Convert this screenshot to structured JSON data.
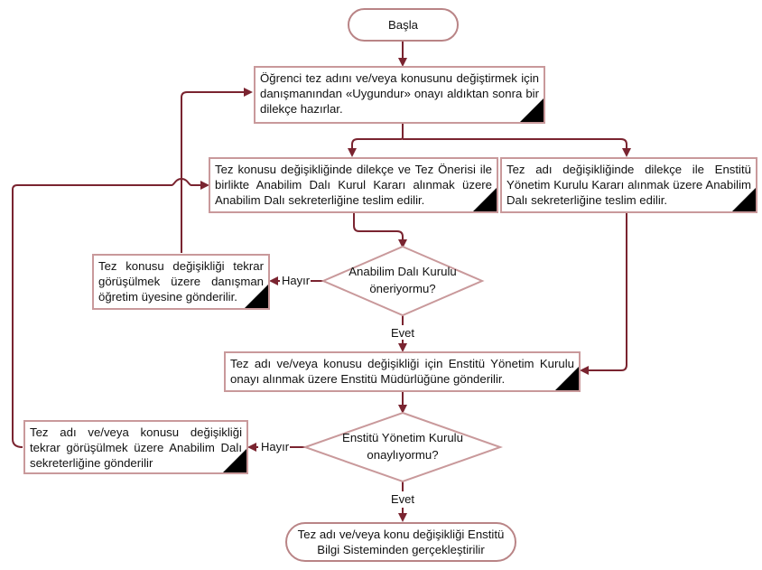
{
  "flowchart": {
    "start": {
      "label": "Başla"
    },
    "step_prepare": {
      "text": "Öğrenci tez adını ve/veya konusunu değiştirmek için danışmanından «Uygundur» onayı aldıktan sonra bir dilekçe hazırlar."
    },
    "step_topic_submit": {
      "text": "Tez konusu değişikliğinde dilekçe ve Tez Önerisi ile birlikte Anabilim Dalı Kurul Kararı alınmak üzere Anabilim Dalı sekreterliğine teslim edilir."
    },
    "step_title_submit": {
      "text": "Tez adı değişikliğinde dilekçe ile Enstitü Yönetim Kurulu Kararı alınmak üzere Anabilim Dalı sekreterliğine teslim edilir."
    },
    "decision_department": {
      "text": "Anabilim Dalı Kurulu öneriyormu?",
      "no_label": "Hayır",
      "yes_label": "Evet"
    },
    "step_topic_return": {
      "text": "Tez konusu değişikliği tekrar görüşülmek üzere danışman öğretim üyesine gönderilir."
    },
    "step_institute": {
      "text": "Tez adı ve/veya konusu değişikliği için Enstitü Yönetim Kurulu onayı alınmak üzere Enstitü Müdürlüğüne gönderilir."
    },
    "decision_board": {
      "text": "Enstitü Yönetim Kurulu onaylıyormu?",
      "no_label": "Hayır",
      "yes_label": "Evet"
    },
    "step_board_return": {
      "text": "Tez adı ve/veya konusu değişikliği tekrar görüşülmek üzere Anabilim Dalı sekreterliğine gönderilir"
    },
    "end": {
      "label": "Tez adı ve/veya konu değişikliği Enstitü Bilgi Sisteminden gerçekleştirilir"
    }
  },
  "colors": {
    "connector": "#7a2430",
    "box_border": "#c9999b"
  }
}
